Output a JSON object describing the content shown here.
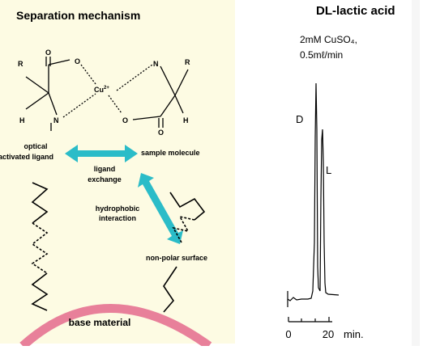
{
  "left_panel": {
    "title": "Separation mechanism",
    "background": "#fdfbe3",
    "molecule": {
      "r_left": "R",
      "o_left_top": "O",
      "o_left_bridge": "O",
      "h_left": "H",
      "n_left": "N",
      "cu": "Cu",
      "cu_charge": "2+",
      "n_right": "N",
      "r_right": "R",
      "o_right_bridge": "O",
      "o_right_bottom": "O",
      "h_right": "H"
    },
    "labels": {
      "optical_line1": "optical",
      "optical_line2": "activated ligand",
      "sample": "sample molecule",
      "ligand_line1": "ligand",
      "ligand_line2": "exchange",
      "hydro_line1": "hydrophobic",
      "hydro_line2": "interaction",
      "nonpolar": "non-polar surface",
      "base": "base material"
    },
    "colors": {
      "arrow": "#2bbcc8",
      "base_arc": "#e8809a"
    }
  },
  "right_panel": {
    "title": "DL-lactic acid",
    "condition_line1": "2mM CuSO₄,",
    "condition_line2": "0.5mℓ/min",
    "peak_d": "D",
    "peak_l": "L",
    "axis_0": "0",
    "axis_20": "20",
    "axis_unit": "min."
  }
}
